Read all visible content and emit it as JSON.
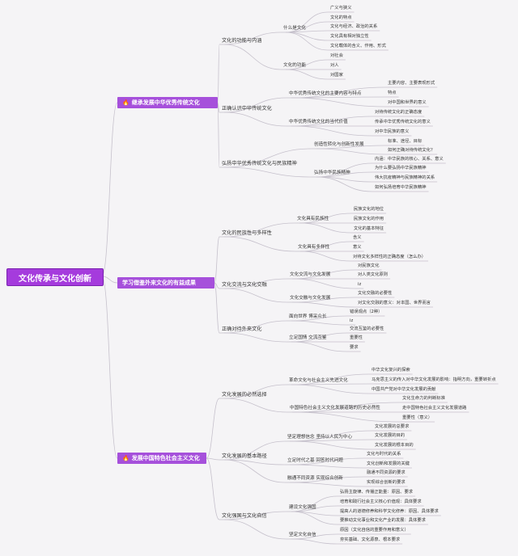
{
  "root": "文化传承与文化创新",
  "icon_colors": {
    "accent": "#a650db",
    "line": "#c6c1cc",
    "flame": "#e24a2b"
  },
  "branches": [
    {
      "label": "继承发展中华优秀传统文化",
      "icon": "flame-icon",
      "children": [
        {
          "label": "文化的功能与内涵",
          "children": [
            {
              "label": "什么是文化",
              "children": [
                "广义与狭义",
                "文化的特点",
                "文化与经济、政治的关系",
                "文化具有相对独立性",
                "文化载体的含义、作用、形式"
              ]
            },
            {
              "label": "文化的功能",
              "children": [
                "对社会",
                "对人",
                "对国家"
              ]
            }
          ]
        },
        {
          "label": "正确认识中华传统文化",
          "children": [
            {
              "label": "中华优秀传统文化的主要内容与特点",
              "children": [
                "主要内容、主要表现形式",
                "特点",
                "对中国和世界的意义"
              ]
            },
            {
              "label": "中华优秀传统文化的当代价值",
              "children": [
                "对待传统文化的正确态度",
                "传承中华优秀传统文化的意义",
                "对中华民族的意义"
              ]
            }
          ]
        },
        {
          "label": "弘扬中华优秀传统文化与民族精神",
          "children": [
            {
              "label": "创造性转化与创新性发展",
              "children": [
                "标准、途径、目标",
                "如何正确对待传统文化？"
              ]
            },
            {
              "label": "弘扬中华民族精神",
              "children": [
                "内涵：中华民族的核心、关系、意义",
                "为什么要弘扬中华民族精神",
                "伟大抗疫精神与民族精神的关系",
                "如何弘扬培育中华民族精神"
              ]
            }
          ]
        }
      ]
    },
    {
      "label": "学习借鉴外来文化的有益成果",
      "icon": "",
      "children": [
        {
          "label": "文化的民族性与多样性",
          "children": [
            {
              "label": "文化具有民族性",
              "children": [
                "民族文化的地位",
                "民族文化的作用",
                "文化的基本特征"
              ]
            },
            {
              "label": "文化具有多样性",
              "children": [
                "含义",
                "意义",
                "对待文化多样性的正确态度（怎么办）"
              ]
            }
          ]
        },
        {
          "label": "文化交流与文化交融",
          "children": [
            {
              "label": "文化交流与文化发展",
              "children": [
                "对民族文化",
                "对人类文化原则",
                "iz"
              ]
            },
            {
              "label": "文化交融与文化发展",
              "children": [
                "文化交融的必要性",
                "对文化交融的意义：对本国、世界而言"
              ]
            }
          ]
        },
        {
          "label": "正确对待外来文化",
          "children": [
            {
              "label": "面向世界 博采众长",
              "children": [
                "错误观点（2种）",
                "iz"
              ]
            },
            {
              "label": "立足国情 交流互鉴",
              "children": [
                "交流互鉴的必要性",
                "重要性",
                "要求"
              ]
            }
          ]
        }
      ]
    },
    {
      "label": "发展中国特色社会主义文化",
      "icon": "flame-icon",
      "children": [
        {
          "label": "文化发展的必然选择",
          "children": [
            {
              "label": "革命文化与社会主义先进文化",
              "children": [
                "中华文化复兴的探索",
                "马克思主义的传入对中华文化发展的影响：指明方向，重要转折点",
                "中国共产党对中华文化发展的贡献"
              ]
            },
            {
              "label": "中国特色社会主义文化发展道路的历史必然性",
              "children": [
                "文化生命力的判断标准",
                "走中国特色社会主义文化发展道路",
                "重要性（意义）"
              ]
            }
          ]
        },
        {
          "label": "文化发展的基本路径",
          "children": [
            {
              "label": "坚定理想信念 坚持以人民为中心",
              "children": [
                "文化发展的总要求",
                "文化发展的目的",
                "文化发展的根本目的"
              ]
            },
            {
              "label": "立足时代之基 回答时代问题",
              "children": [
                "文化与时代的关系",
                "文化创新和发展的关键"
              ]
            },
            {
              "label": "融通不同资源 实现综合创新",
              "children": [
                "融通不同资源的要求",
                "实现综合创新的要求"
              ]
            }
          ]
        },
        {
          "label": "文化强国与文化自信",
          "children": [
            {
              "label": "建设文化强国",
              "children": [
                "弘扬主旋律、传播正能量：原因、要求",
                "培育和践行社会主义核心价值观：具体要求",
                "提高人的道德修养和科学文化修养：原因、具体要求",
                "要推动文化事业和文化产业的发展：具体要求"
              ]
            },
            {
              "label": "坚定文化自信",
              "children": [
                "原因（文化自信的重要作用和意义）",
                "夯实基础、文化源泉、根本要求"
              ]
            }
          ]
        }
      ]
    }
  ]
}
